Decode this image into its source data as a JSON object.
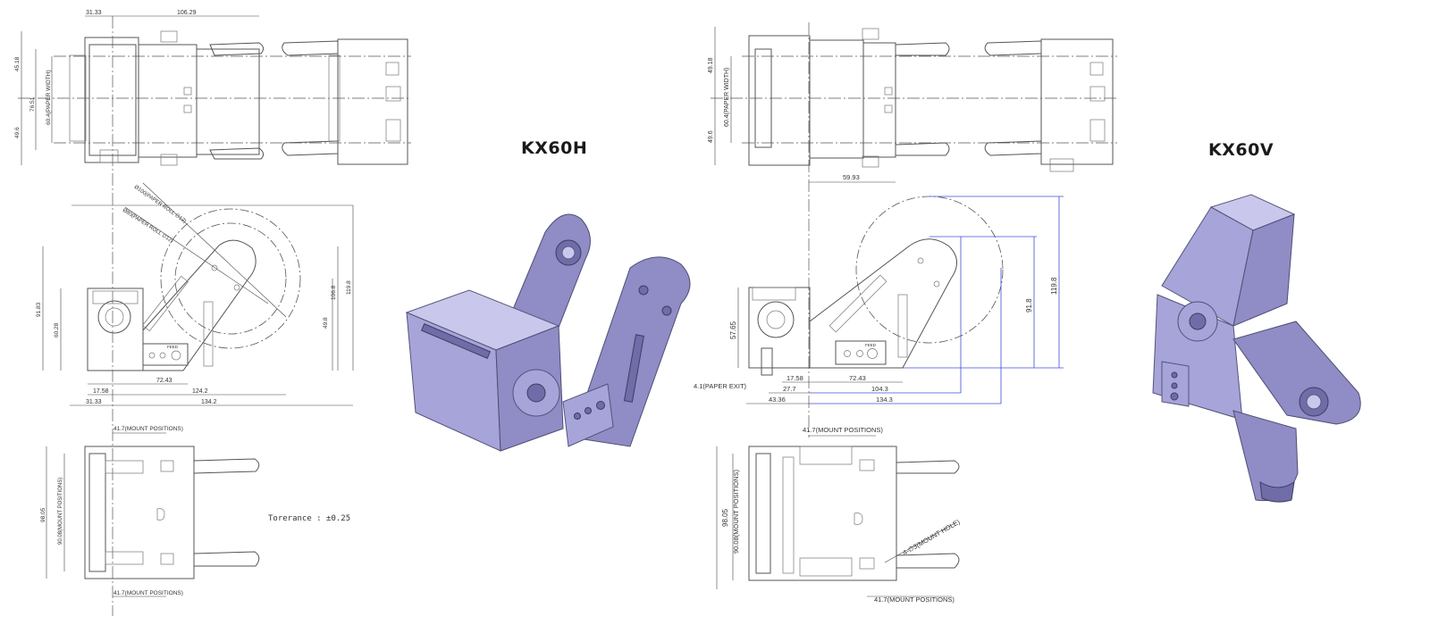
{
  "models": {
    "left": {
      "name": "KX60H"
    },
    "right": {
      "name": "KX60V"
    }
  },
  "left_dims": {
    "top_width_a": "31.33",
    "top_width_b": "106.29",
    "top_h1": "45.18",
    "top_h2": "76.51",
    "top_paper": "60.4(PAPER WIDTH)",
    "top_h3": "49.6",
    "roll1": "Ø100(PAPER ROLL ∅12)",
    "roll2": "Ø80(PAPER ROLL ∅12)",
    "side_h1": "91.83",
    "side_h2": "60.28",
    "side_h3": "106.8",
    "side_h4": "119.8",
    "side_h5": "49.8",
    "side_w1": "17.58",
    "side_w2": "72.43",
    "side_w3": "124.2",
    "side_w4": "31.33",
    "side_w5": "134.2",
    "bot_mount_top": "41.7(MOUNT POSITIONS)",
    "bot_h1": "98.05",
    "bot_h2": "90.08(MOUNT POSITIONS)",
    "bot_mount_bottom": "41.7(MOUNT POSITIONS)",
    "tolerance": "Torerance : ±0.25"
  },
  "right_dims": {
    "top_h1": "49.18",
    "top_paper": "60.4(PAPER WIDTH)",
    "top_h2": "49.6",
    "top_w": "59.93",
    "side_h1": "57.65",
    "side_h2": "91.8",
    "side_h3": "119.8",
    "side_w1": "17.58",
    "side_w2": "72.43",
    "side_w3": "27.7",
    "side_w4": "104.3",
    "side_w5": "43.36",
    "side_w6": "134.3",
    "paper_exit": "4.1(PAPER EXIT)",
    "bot_mount_top": "41.7(MOUNT POSITIONS)",
    "bot_h1": "98.05",
    "bot_h2": "90.08(MOUNT POSITIONS)",
    "bot_hole": "4-∅3(MOUNT HOLE)",
    "bot_mount_bottom": "41.7(MOUNT POSITIONS)"
  },
  "panel_labels": {
    "button_feed": "FEED"
  },
  "colors": {
    "model_fill": "#a6a4d8",
    "dimension_blue": "#3b4fd6"
  }
}
